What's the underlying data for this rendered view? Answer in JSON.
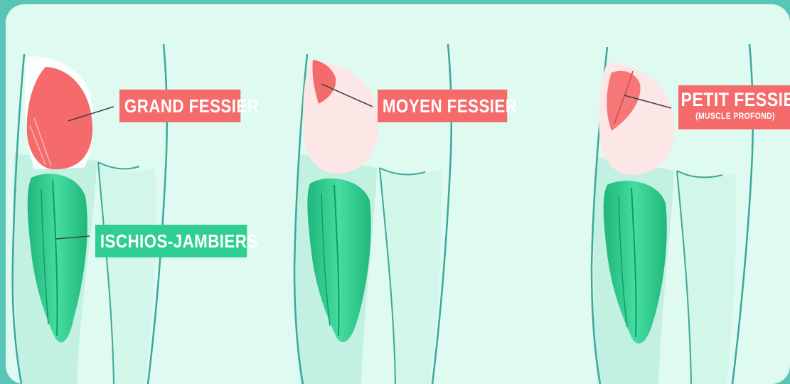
{
  "labels": {
    "grand_fessier": "GRAND FESSIER",
    "moyen_fessier": "MOYEN FESSIER",
    "petit_fessier": "PETIT FESSIER",
    "petit_fessier_note": "(MUSCLE PROFOND)",
    "ischios_jambiers": "ISCHIOS-JAMBIERS"
  },
  "colors": {
    "background_frame": "#57c6b6",
    "panel": "#dffaf1",
    "highlight_muscle": "#f56a6a",
    "hamstring_muscle": "#2fcf92",
    "outline": "#3aa89a"
  },
  "figures": [
    {
      "highlighted_muscle": "grand_fessier"
    },
    {
      "highlighted_muscle": "moyen_fessier"
    },
    {
      "highlighted_muscle": "petit_fessier"
    }
  ]
}
